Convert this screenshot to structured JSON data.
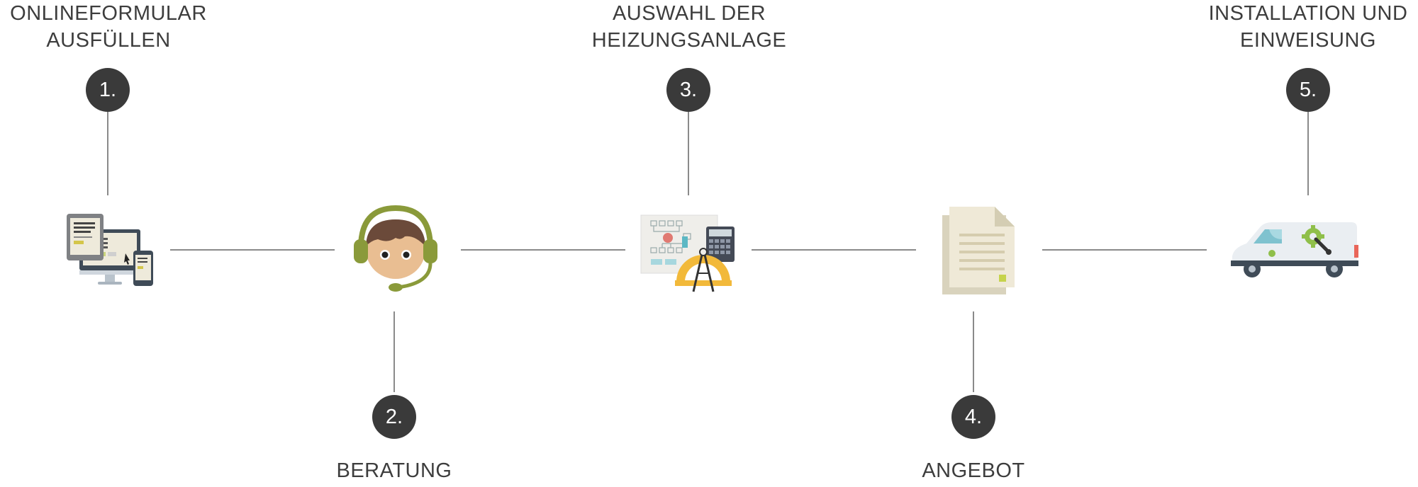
{
  "steps": [
    {
      "number": "1.",
      "title_lines": [
        "ONLINEFORMULAR",
        "AUSFÜLLEN"
      ],
      "icon": "devices-icon"
    },
    {
      "number": "2.",
      "title_lines": [
        "BERATUNG"
      ],
      "icon": "headset-agent-icon"
    },
    {
      "number": "3.",
      "title_lines": [
        "AUSWAHL DER",
        "HEIZUNGSANLAGE"
      ],
      "icon": "planning-tools-icon"
    },
    {
      "number": "4.",
      "title_lines": [
        "ANGEBOT"
      ],
      "icon": "document-icon"
    },
    {
      "number": "5.",
      "title_lines": [
        "INSTALLATION UND",
        "EINWEISUNG"
      ],
      "icon": "service-van-icon"
    }
  ],
  "colors": {
    "text": "#3d3d3d",
    "badge": "#3a3a3a",
    "line": "#8a8a8a",
    "accent_green": "#8a9a3a",
    "teal": "#5cb8c4"
  }
}
